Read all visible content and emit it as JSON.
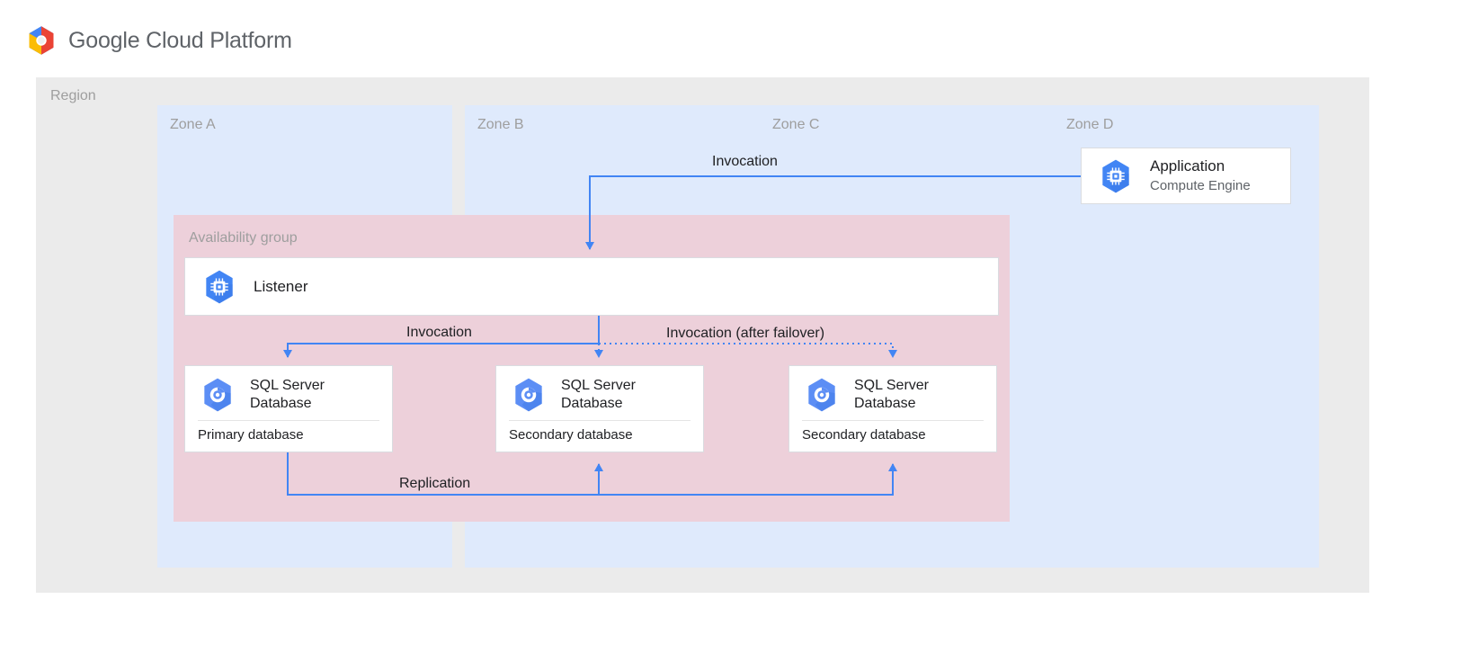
{
  "brand": {
    "name": "Google Cloud Platform",
    "logo_icon": "google-cloud-platform-logo"
  },
  "region": {
    "label": "Region",
    "background_color": "#ebebeb"
  },
  "zones": [
    {
      "id": "zone-a",
      "label": "Zone A",
      "background_color": "#dfeafc"
    },
    {
      "id": "zone-b",
      "label": "Zone B",
      "background_color": "#dfeafc"
    },
    {
      "id": "zone-c",
      "label": "Zone C",
      "background_color": "#dfeafc"
    },
    {
      "id": "zone-d",
      "label": "Zone D",
      "background_color": "#dfeafc"
    }
  ],
  "availability_group": {
    "label": "Availability group",
    "background_color": "#edd0da"
  },
  "application": {
    "title": "Application",
    "subtitle": "Compute Engine",
    "icon": "compute-engine-icon"
  },
  "listener": {
    "title": "Listener",
    "icon": "compute-engine-icon"
  },
  "databases": [
    {
      "id": "db-zone-a",
      "title": "SQL Server\nDatabase",
      "role": "Primary database",
      "icon": "cloud-sql-icon"
    },
    {
      "id": "db-zone-b",
      "title": "SQL Server\nDatabase",
      "role": "Secondary database",
      "icon": "cloud-sql-icon"
    },
    {
      "id": "db-zone-c",
      "title": "SQL Server\nDatabase",
      "role": "Secondary database",
      "icon": "cloud-sql-icon"
    }
  ],
  "connectors": {
    "invocation_top": "Invocation",
    "invocation_left": "Invocation",
    "invocation_after_failover": "Invocation (after failover)",
    "replication": "Replication"
  },
  "colors": {
    "connector_blue": "#4285f4",
    "google_blue": "#4285f4",
    "google_red": "#ea4335",
    "google_yellow": "#fbbc05",
    "google_green": "#34a853",
    "text_primary": "#202124",
    "text_muted": "#9e9e9e",
    "card_border": "#dadce0"
  }
}
